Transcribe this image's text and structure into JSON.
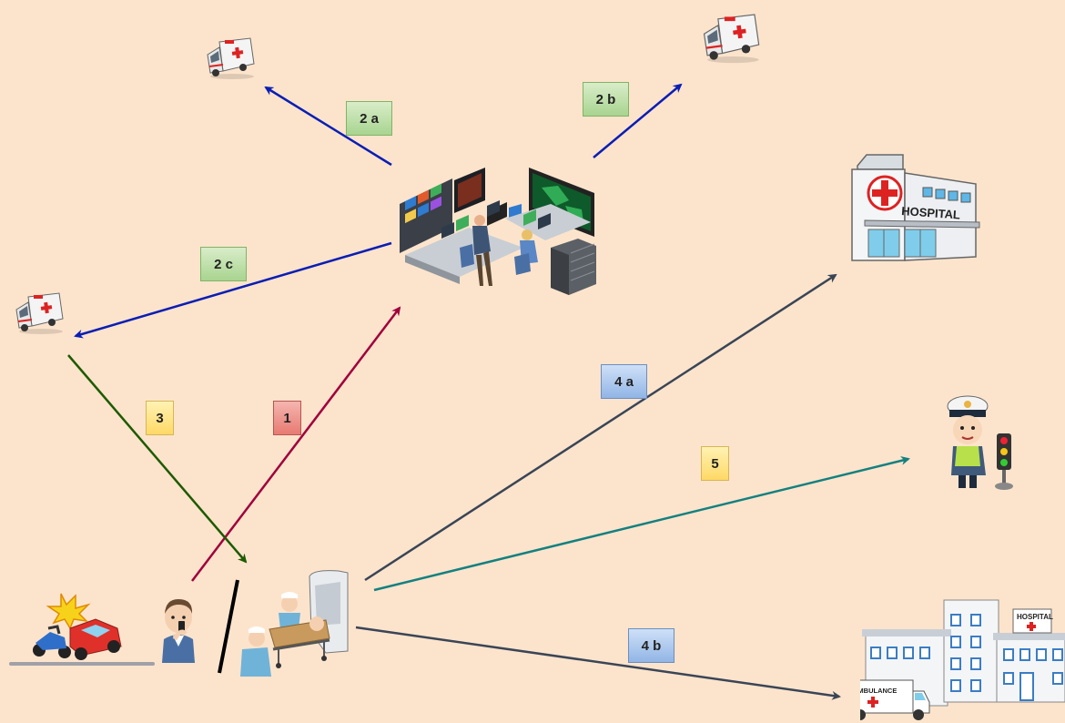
{
  "labels": {
    "l1": "1",
    "l2a": "2 a",
    "l2b": "2 b",
    "l2c": "2 c",
    "l3": "3",
    "l4a": "4 a",
    "l4b": "4 b",
    "l5": "5"
  },
  "signs": {
    "hospital": "HOSPITAL",
    "ambulance": "AMBULANCE"
  },
  "colors": {
    "background": "#FCE4CC",
    "arrow_blue": "#0A1EB4",
    "arrow_red": "#A0003C",
    "arrow_green": "#1E5A00",
    "arrow_dark": "#3A4556",
    "arrow_teal": "#148080"
  }
}
